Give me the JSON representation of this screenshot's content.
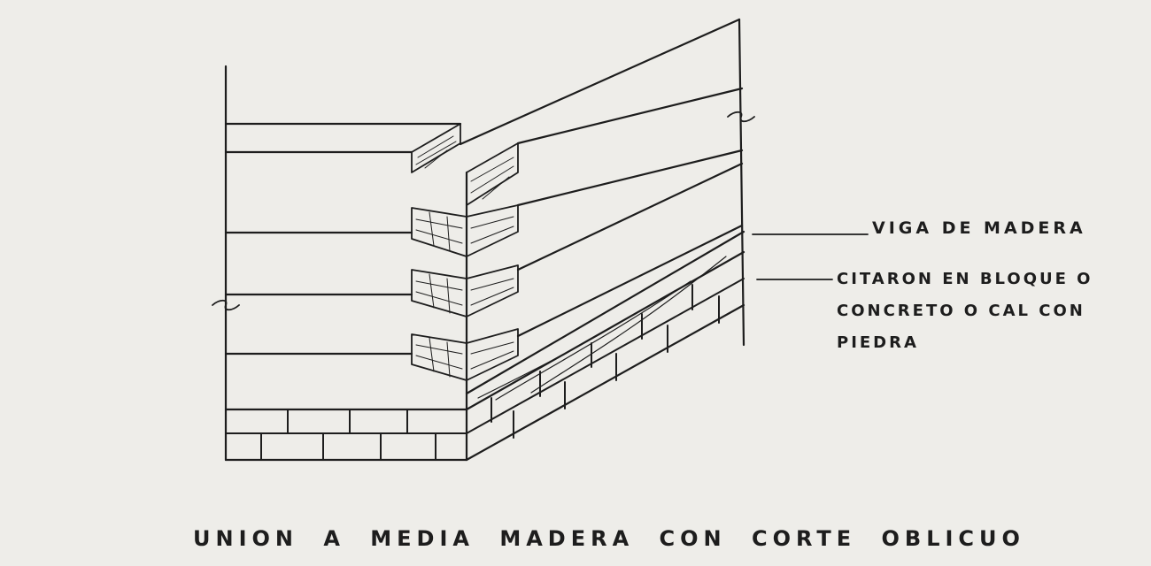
{
  "labels": {
    "viga": "VIGA DE MADERA",
    "citaron_line1": "CITARON EN BLOQUE O",
    "citaron_line2": "CONCRETO O CAL CON",
    "citaron_line3": "PIEDRA"
  },
  "caption": "UNION A MEDIA MADERA CON CORTE OBLICUO",
  "colors": {
    "ink": "#1d1d1d",
    "paper": "#eeede9"
  }
}
